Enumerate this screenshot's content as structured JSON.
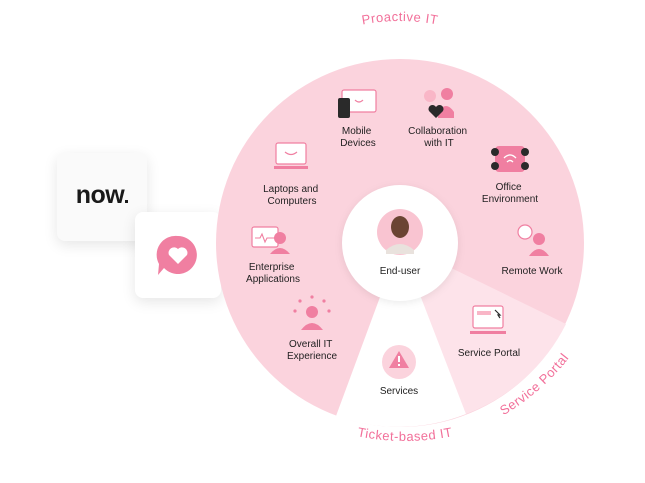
{
  "logo": {
    "text": "now"
  },
  "ring_labels": {
    "proactive": "Proactive IT",
    "ticket": "Ticket-based IT",
    "portal": "Service Portal"
  },
  "center": {
    "label": "End-user"
  },
  "segments": {
    "mobile": [
      "Mobile",
      "Devices"
    ],
    "collab": [
      "Collaboration",
      "with IT"
    ],
    "office": [
      "Office",
      "Environment"
    ],
    "remote": [
      "Remote Work"
    ],
    "laptops": [
      "Laptops and",
      "Computers"
    ],
    "enterprise": [
      "Enterprise",
      "Applications"
    ],
    "overall": [
      "Overall IT",
      "Experience"
    ],
    "services": [
      "Services"
    ],
    "portal": [
      "Service Portal"
    ]
  },
  "colors": {
    "pink_main": "#fbd3dd",
    "pink_light": "#fde3ea",
    "accent": "#f2709a",
    "icon": "#f07fa1"
  }
}
